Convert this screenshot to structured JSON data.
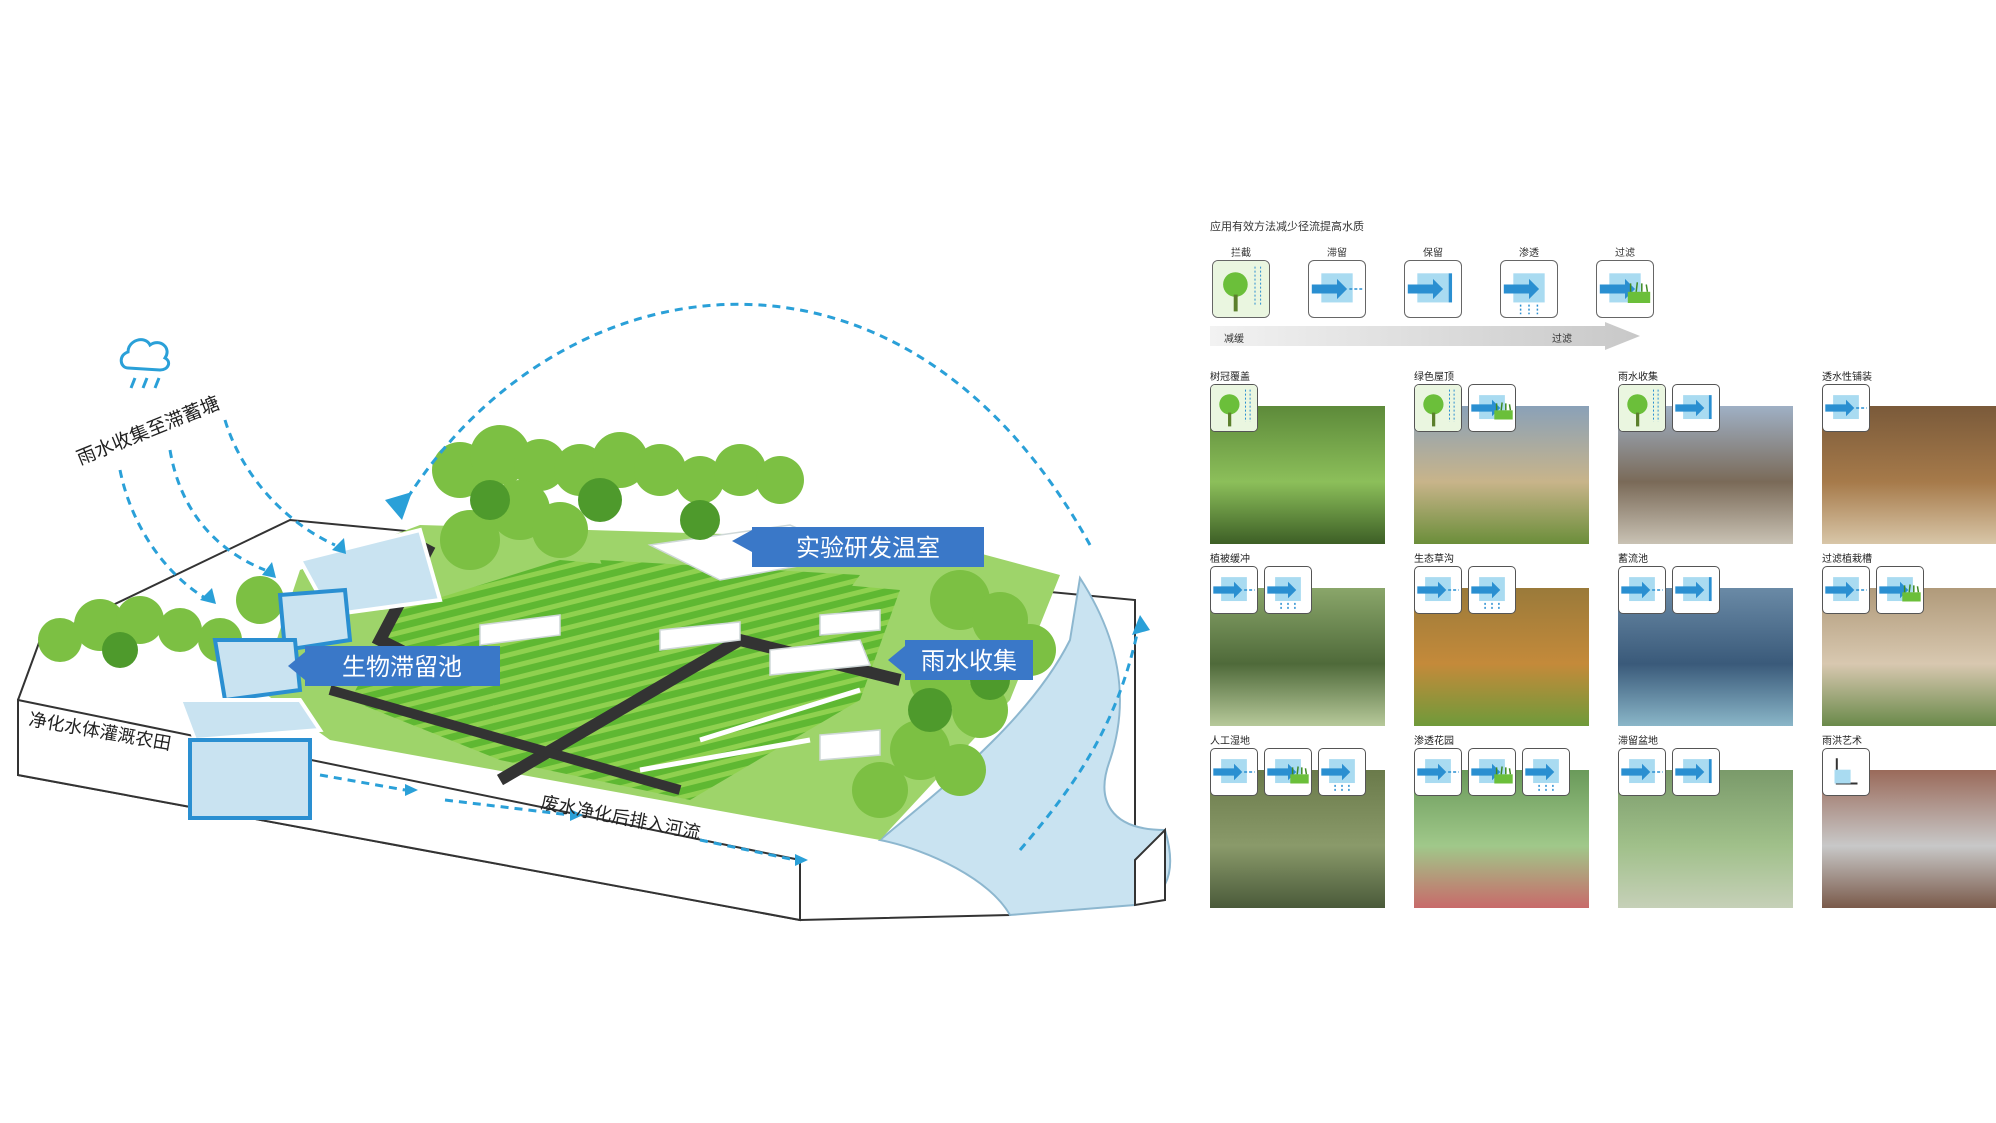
{
  "diagram": {
    "rain_label": "雨水收集至滞蓄塘",
    "label_greenhouse": "实验研发温室",
    "label_bioretention": "生物滞留池",
    "label_rain_harvest": "雨水收集",
    "label_irrigate": "净化水体灌溉农田",
    "label_discharge": "废水净化后排入河流",
    "icons": [
      "rain-cloud-icon"
    ],
    "colors": {
      "accent_blue": "#3a78c8",
      "water": "#c9e3f1",
      "grass": "#6bbf3a",
      "dashed_arrow": "#2aa0d8"
    }
  },
  "panel": {
    "heading": "应用有效方法减少径流提高水质",
    "process": [
      {
        "label": "拦截",
        "icon": "tree-rain-icon"
      },
      {
        "label": "滞留",
        "icon": "detention-icon"
      },
      {
        "label": "保留",
        "icon": "retention-icon"
      },
      {
        "label": "渗透",
        "icon": "infiltration-icon"
      },
      {
        "label": "过滤",
        "icon": "filtration-icon"
      }
    ],
    "arrow_left": "减缓",
    "arrow_right": "过滤",
    "cells": [
      {
        "title": "树冠覆盖",
        "icons": [
          "tree-rain-icon"
        ]
      },
      {
        "title": "绿色屋顶",
        "icons": [
          "tree-rain-icon",
          "filtration-icon"
        ]
      },
      {
        "title": "雨水收集",
        "icons": [
          "tree-rain-icon",
          "retention-icon"
        ]
      },
      {
        "title": "透水性铺装",
        "icons": [
          "detention-icon"
        ]
      },
      {
        "title": "植被缓冲",
        "icons": [
          "detention-icon",
          "infiltration-icon"
        ]
      },
      {
        "title": "生态草沟",
        "icons": [
          "detention-icon",
          "infiltration-icon"
        ]
      },
      {
        "title": "蓄流池",
        "icons": [
          "detention-icon",
          "retention-icon"
        ]
      },
      {
        "title": "过滤植栽槽",
        "icons": [
          "detention-icon",
          "filtration-icon"
        ]
      },
      {
        "title": "人工湿地",
        "icons": [
          "detention-icon",
          "filtration-icon",
          "infiltration-icon"
        ]
      },
      {
        "title": "渗透花园",
        "icons": [
          "detention-icon",
          "filtration-icon",
          "infiltration-icon"
        ]
      },
      {
        "title": "滞留盆地",
        "icons": [
          "detention-icon",
          "retention-icon"
        ]
      },
      {
        "title": "雨洪艺术",
        "icons": [
          "rain-art-icon"
        ]
      }
    ]
  }
}
